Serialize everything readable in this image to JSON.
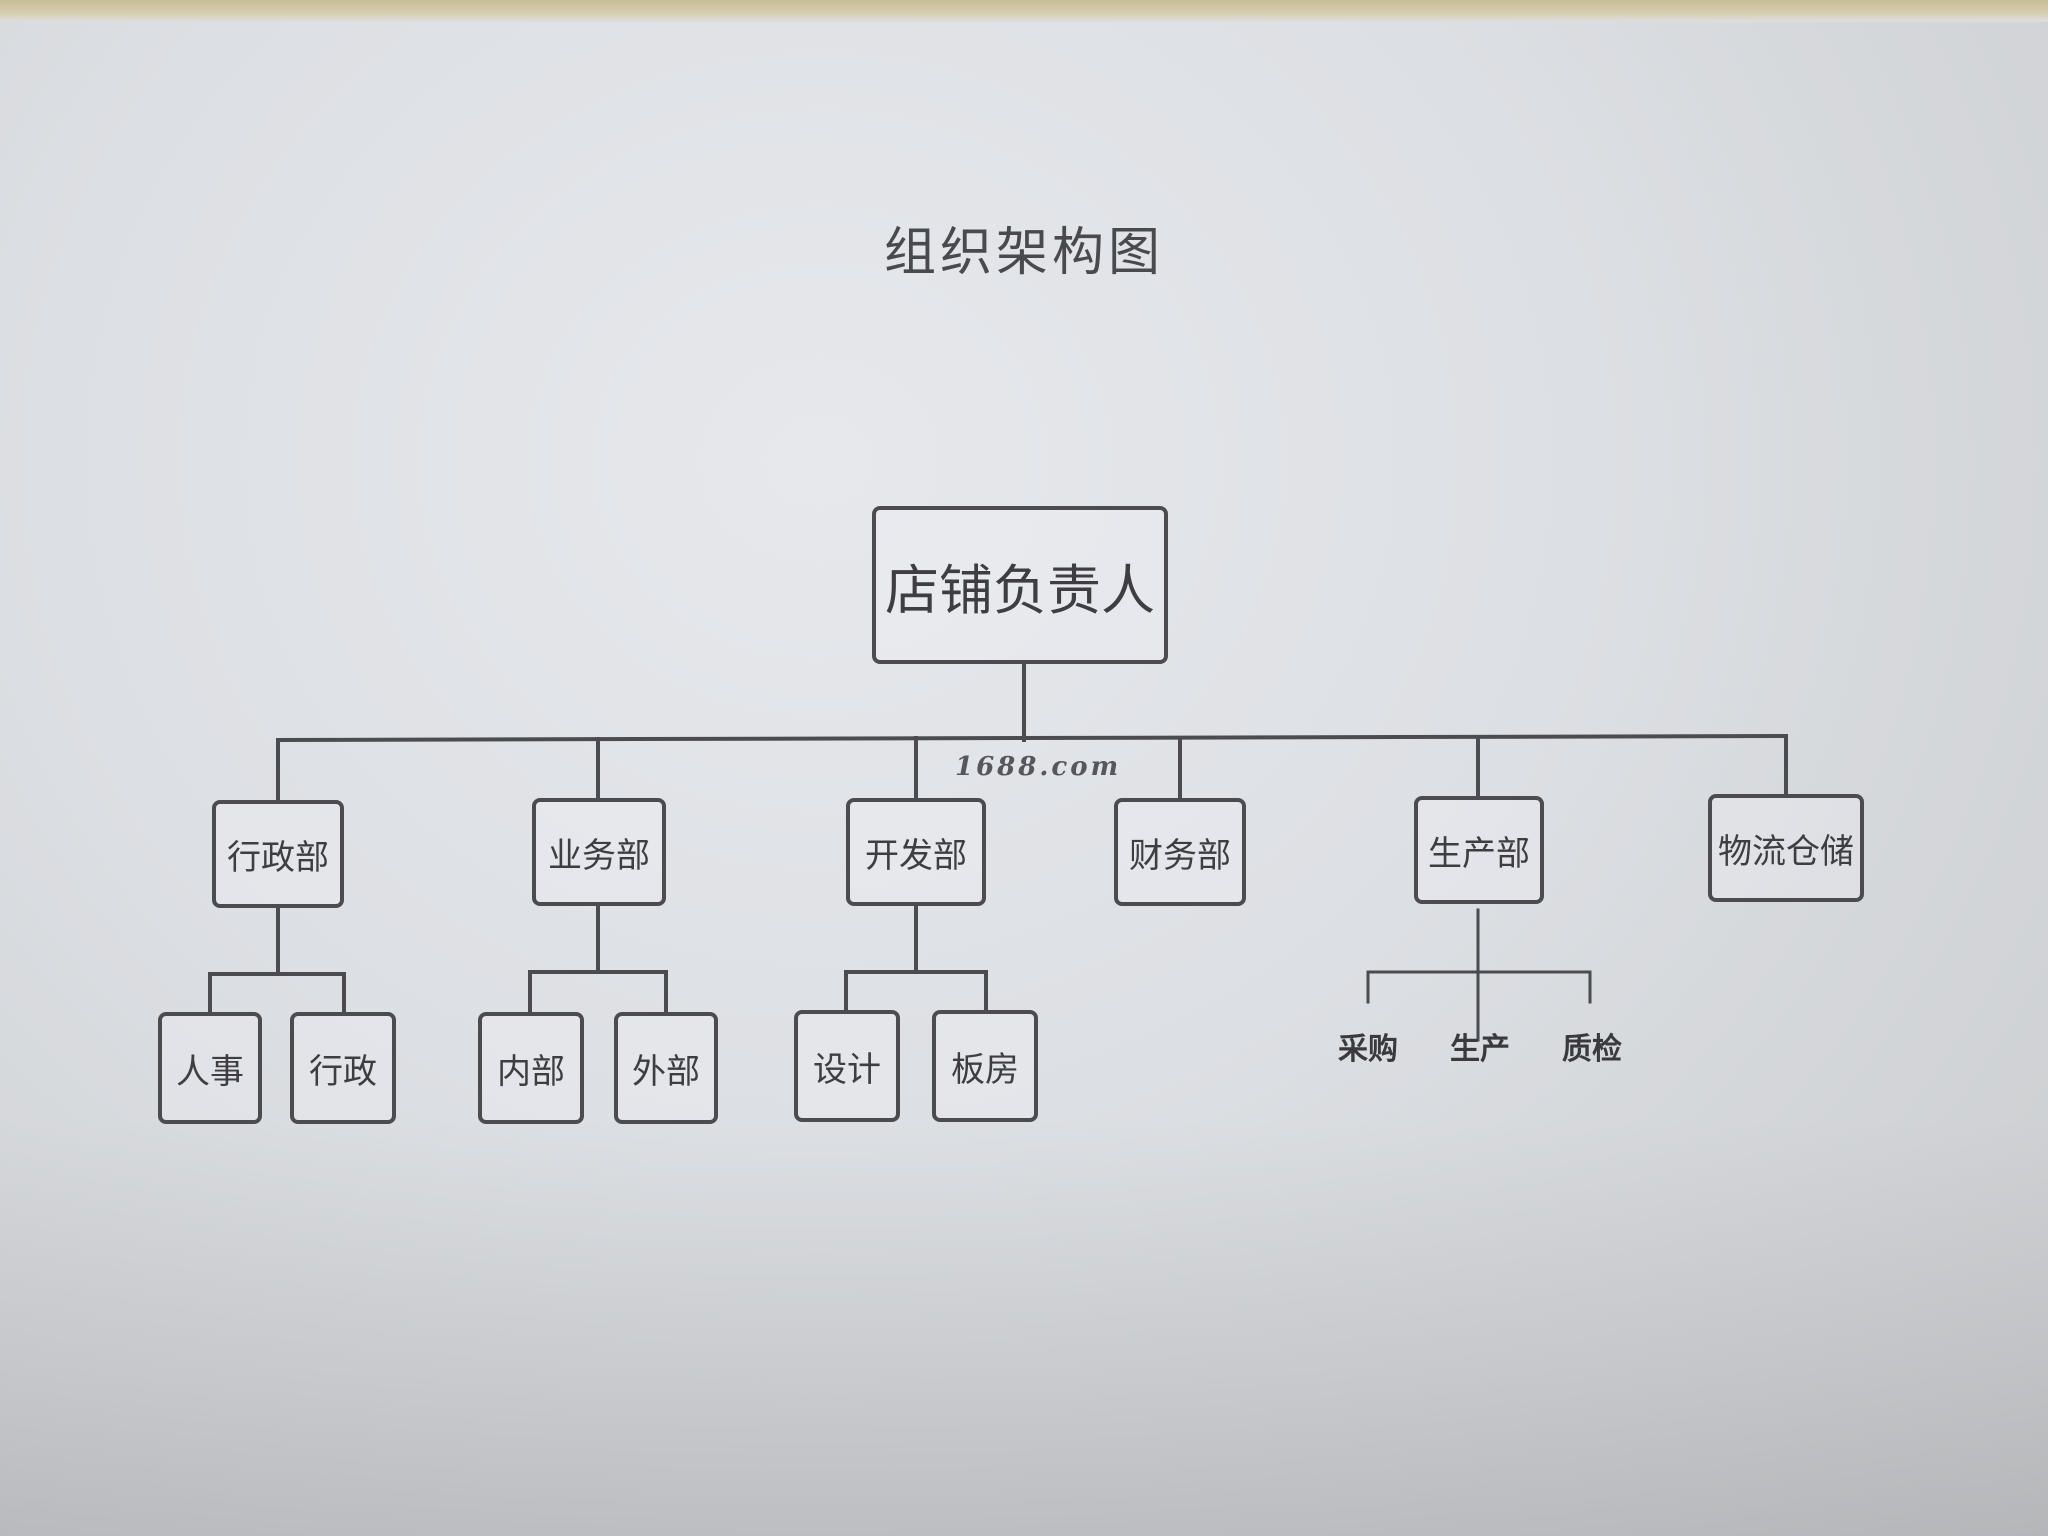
{
  "title": "组织架构图",
  "watermark": "1688.com",
  "root": "店铺负责人",
  "departments": [
    {
      "label": "行政部",
      "children": [
        "人事",
        "行政"
      ]
    },
    {
      "label": "业务部",
      "children": [
        "内部",
        "外部"
      ]
    },
    {
      "label": "开发部",
      "children": [
        "设计",
        "板房"
      ]
    },
    {
      "label": "财务部",
      "children": []
    },
    {
      "label": "生产部",
      "children": [
        "采购",
        "生产",
        "质检"
      ]
    },
    {
      "label": "物流仓储",
      "children": []
    }
  ],
  "colors": {
    "line": "#4c4c50",
    "text": "#3e3e42",
    "paper": "#e0e3e7"
  }
}
